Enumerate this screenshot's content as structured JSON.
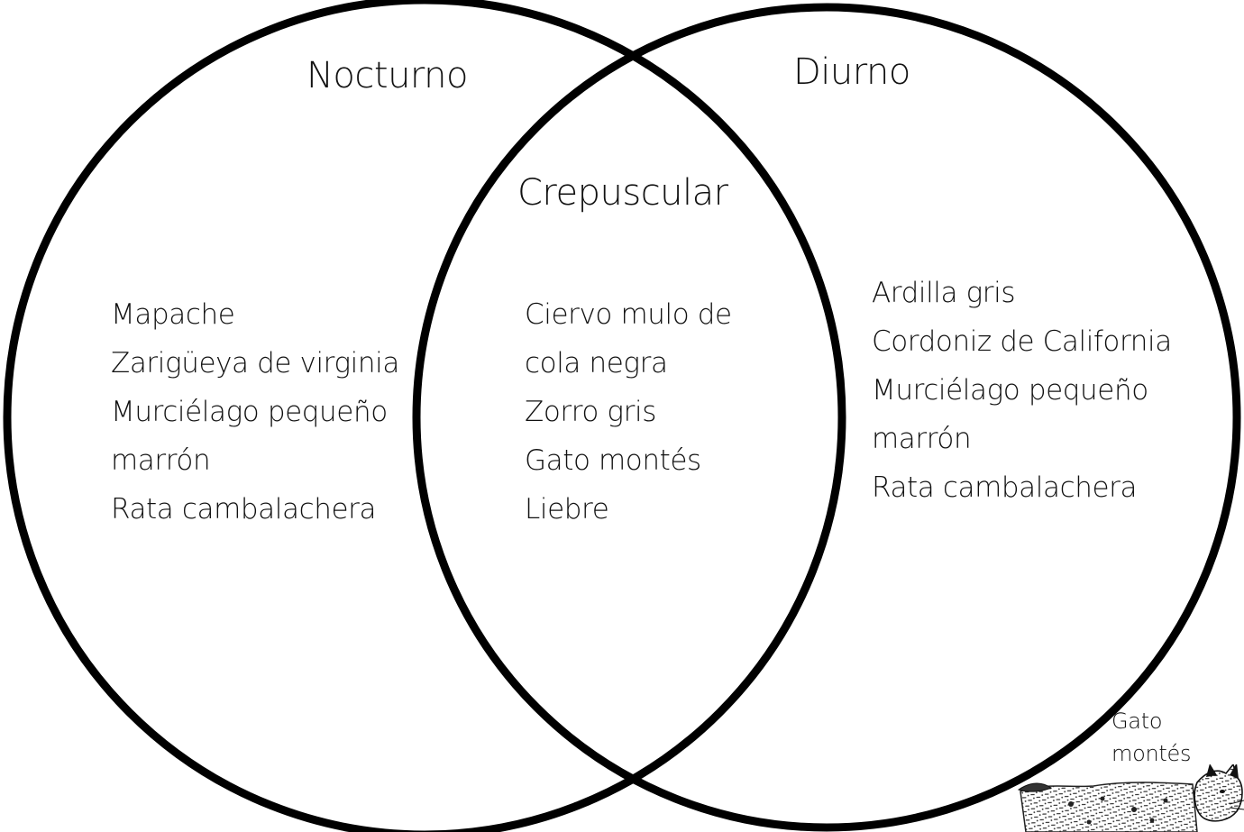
{
  "diagram": {
    "type": "venn",
    "sets": [
      {
        "key": "nocturno",
        "title": "Nocturno",
        "items": [
          "Mapache",
          "Zarigüeya de virginia",
          "Murciélago pequeño",
          "marrón",
          "Rata cambalachera"
        ]
      },
      {
        "key": "crepuscular",
        "title": "Crepuscular",
        "items": [
          "Ciervo mulo de",
          "cola negra",
          "Zorro gris",
          "Gato montés",
          "Liebre"
        ]
      },
      {
        "key": "diurno",
        "title": "Diurno",
        "items": [
          "Ardilla gris",
          "Cordoniz de California",
          "Murciélago pequeño",
          "marrón",
          "Rata cambalachera"
        ]
      }
    ],
    "illustration": {
      "label_line1": "Gato",
      "label_line2": "montés",
      "icon": "bobcat-illustration"
    }
  },
  "colors": {
    "outline": "#000000",
    "text": "#111111",
    "background": "#ffffff"
  }
}
